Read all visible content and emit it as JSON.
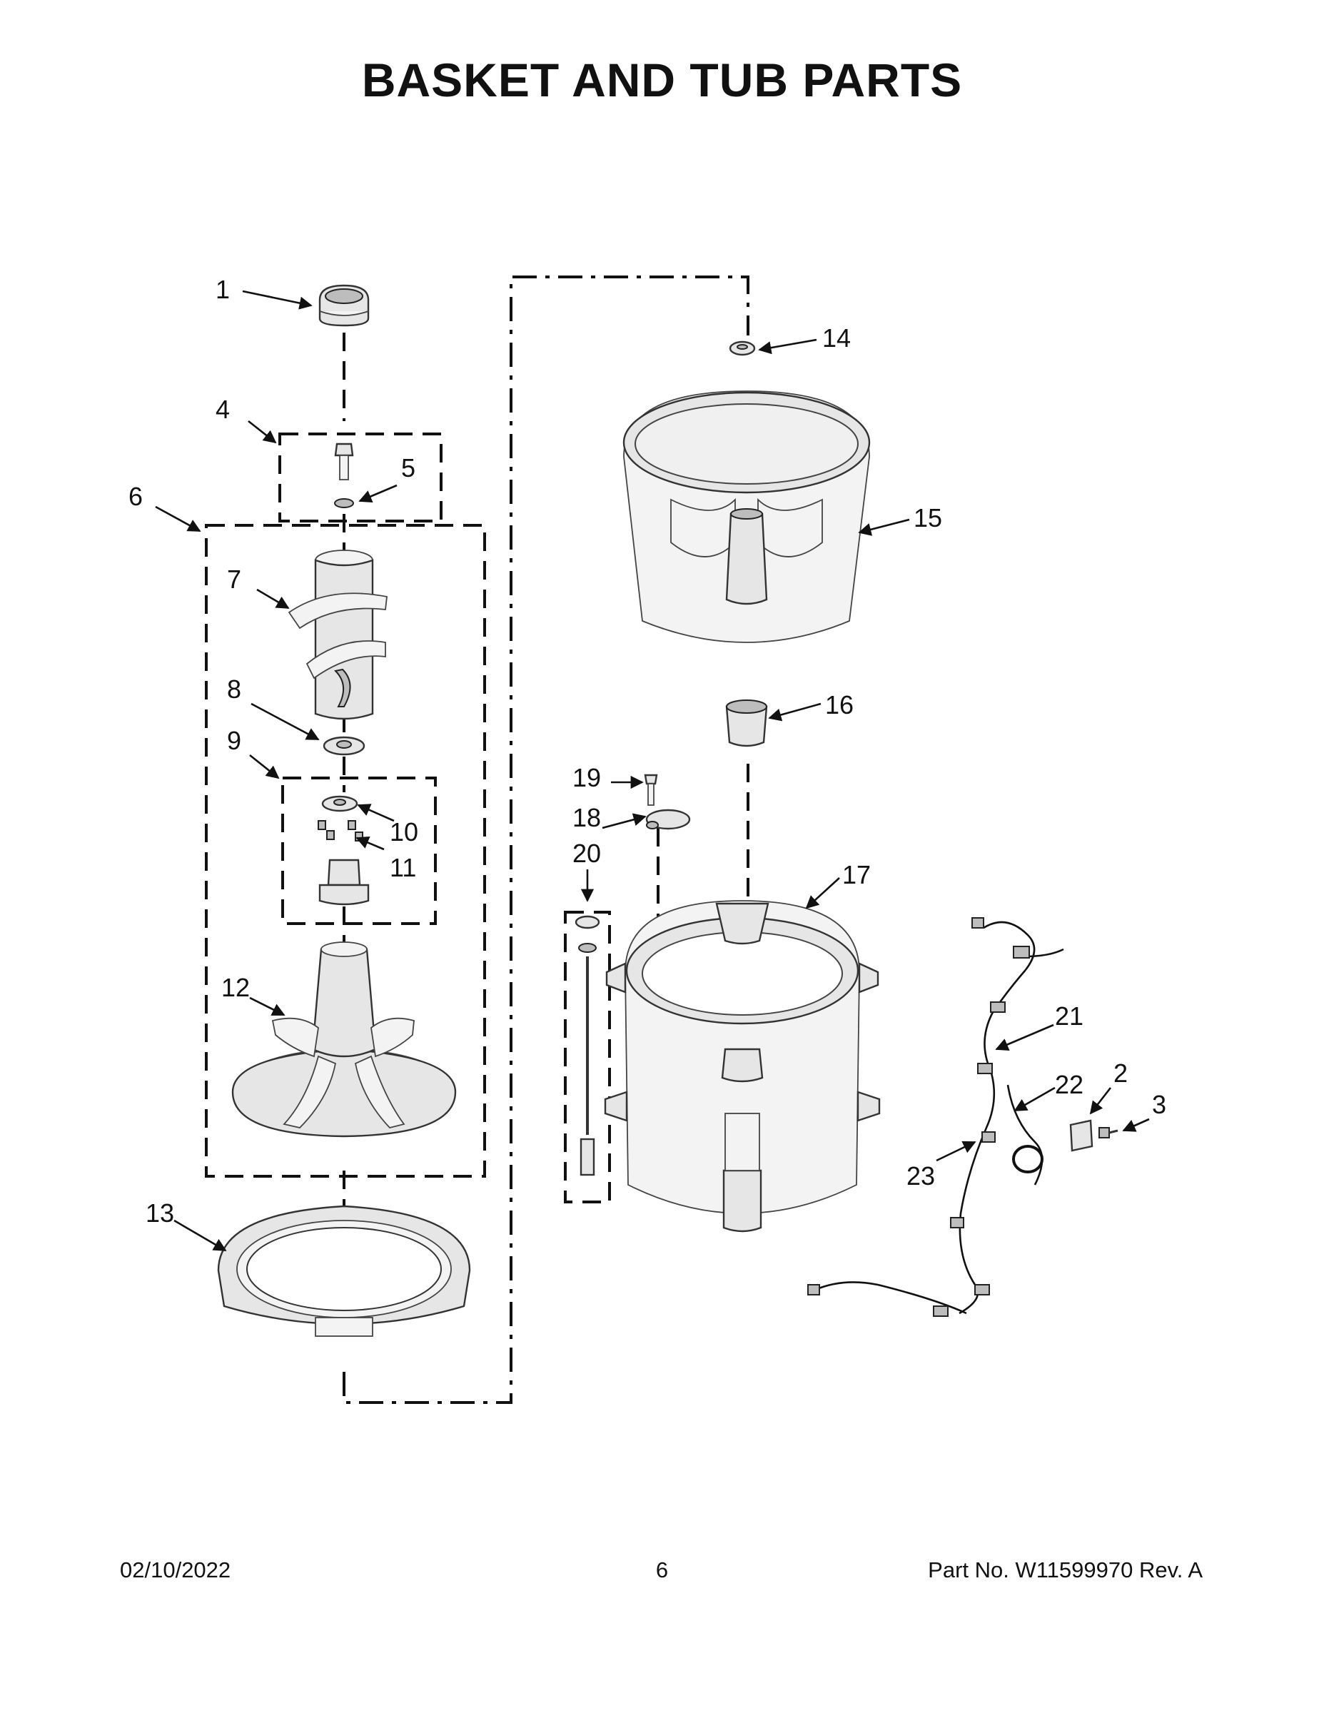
{
  "title": "BASKET AND TUB PARTS",
  "footer": {
    "date": "02/10/2022",
    "page": "6",
    "part_number": "Part No.  W11599970  Rev.  A"
  },
  "callouts": [
    "1",
    "2",
    "3",
    "4",
    "5",
    "6",
    "7",
    "8",
    "9",
    "10",
    "11",
    "12",
    "13",
    "14",
    "15",
    "16",
    "17",
    "18",
    "19",
    "20",
    "21",
    "22",
    "23"
  ]
}
